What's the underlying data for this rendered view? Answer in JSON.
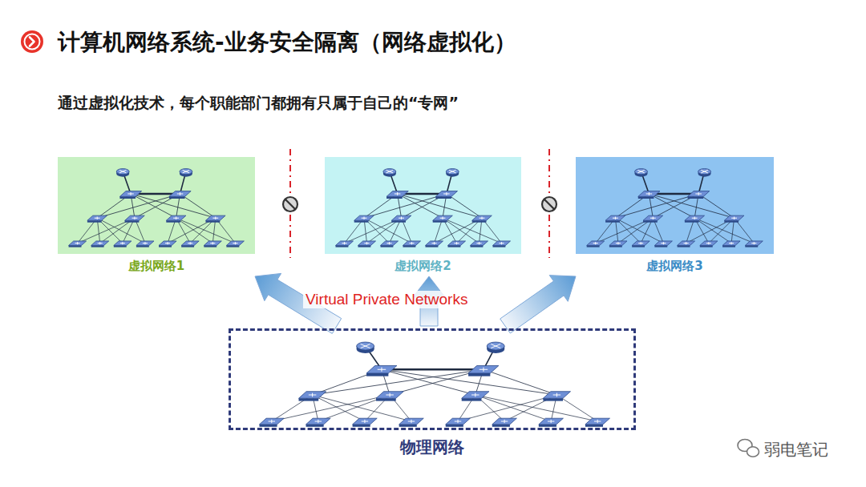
{
  "diagram": {
    "title": "计算机网络系统-业务安全隔离（网络虚拟化）",
    "nodes": [
      {
        "text": [
          "虚拟网络1"
        ]
      },
      {
        "text": [
          "虚拟网络2"
        ]
      },
      {
        "text": [
          "虚拟网络3"
        ]
      },
      {
        "text": [
          "物理网络"
        ]
      }
    ],
    "edges": [
      {
        "from": 3,
        "to": 0,
        "arrow": "to"
      },
      {
        "from": 3,
        "to": 1,
        "arrow": "to"
      },
      {
        "from": 3,
        "to": 2,
        "arrow": "to"
      }
    ],
    "labels": [
      "通过虚拟化技术，每个职能部门都拥有只属于自己的“专网”",
      "Virtual Private Networks",
      "弱电笔记"
    ]
  }
}
